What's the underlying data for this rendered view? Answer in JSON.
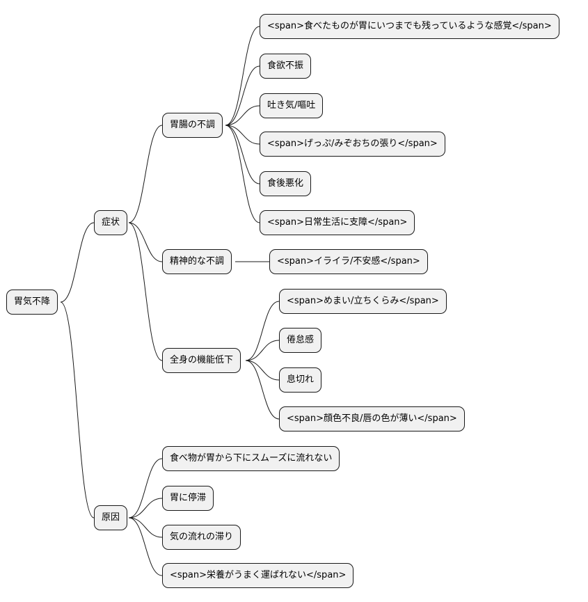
{
  "mindmap": {
    "root": "胃気不降",
    "symptoms": {
      "label": "症状",
      "gi": {
        "label": "胃腸の不調",
        "items": [
          "<span>食べたものが胃にいつまでも残っているような感覚</span>",
          "食欲不振",
          "吐き気/嘔吐",
          "<span>げっぷ/みぞおちの張り</span>",
          "食後悪化",
          "<span>日常生活に支障</span>"
        ]
      },
      "mental": {
        "label": "精神的な不調",
        "items": [
          "<span>イライラ/不安感</span>"
        ]
      },
      "body": {
        "label": "全身の機能低下",
        "items": [
          "<span>めまい/立ちくらみ</span>",
          "倦怠感",
          "息切れ",
          "<span>顔色不良/唇の色が薄い</span>"
        ]
      }
    },
    "causes": {
      "label": "原因",
      "items": [
        "食べ物が胃から下にスムーズに流れない",
        "胃に停滞",
        "気の流れの滞り",
        "<span>栄養がうまく運ばれない</span>"
      ]
    }
  }
}
